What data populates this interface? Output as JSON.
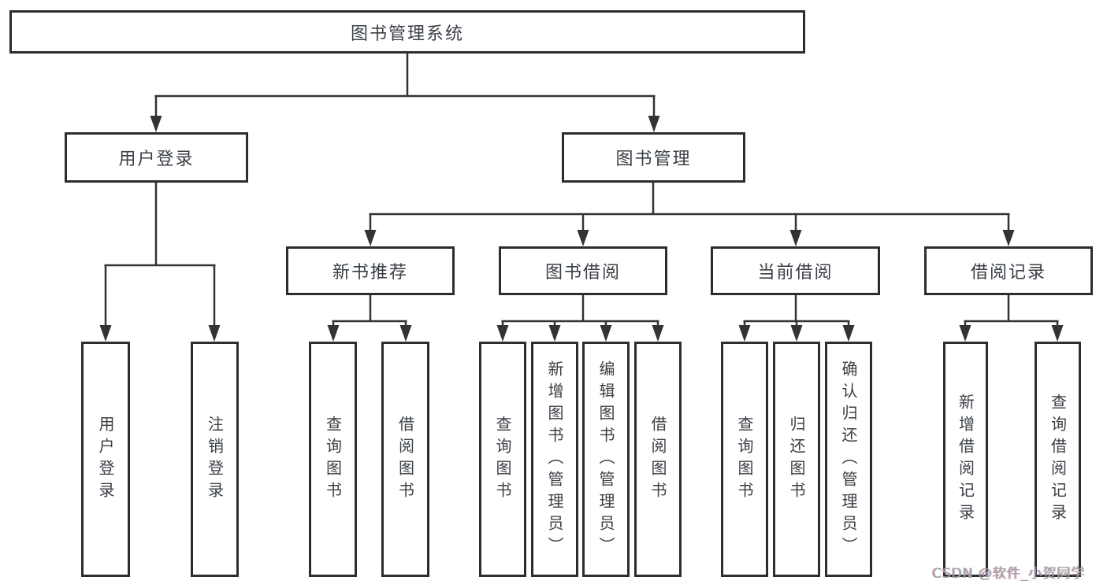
{
  "root": {
    "label": "图书管理系统"
  },
  "branches": [
    {
      "label": "用户登录",
      "children": [
        {
          "label": "用户登录"
        },
        {
          "label": "注销登录"
        }
      ]
    },
    {
      "label": "图书管理",
      "children": [
        {
          "label": "新书推荐",
          "children": [
            {
              "label": "查询图书"
            },
            {
              "label": "借阅图书"
            }
          ]
        },
        {
          "label": "图书借阅",
          "children": [
            {
              "label": "查询图书"
            },
            {
              "label": "新增图书（管理员）"
            },
            {
              "label": "编辑图书（管理员）"
            },
            {
              "label": "借阅图书"
            }
          ]
        },
        {
          "label": "当前借阅",
          "children": [
            {
              "label": "查询图书"
            },
            {
              "label": "归还图书"
            },
            {
              "label": "确认归还（管理员）"
            }
          ]
        },
        {
          "label": "借阅记录",
          "children": [
            {
              "label": "新增借阅记录"
            },
            {
              "label": "查询借阅记录"
            }
          ]
        }
      ]
    }
  ],
  "watermark": {
    "text": "CSDN @软件_小贺同学"
  },
  "colors": {
    "line": "#333333",
    "border": "#2d2d2d",
    "text": "#3a3f45",
    "watermark": "#a3a3a3"
  }
}
